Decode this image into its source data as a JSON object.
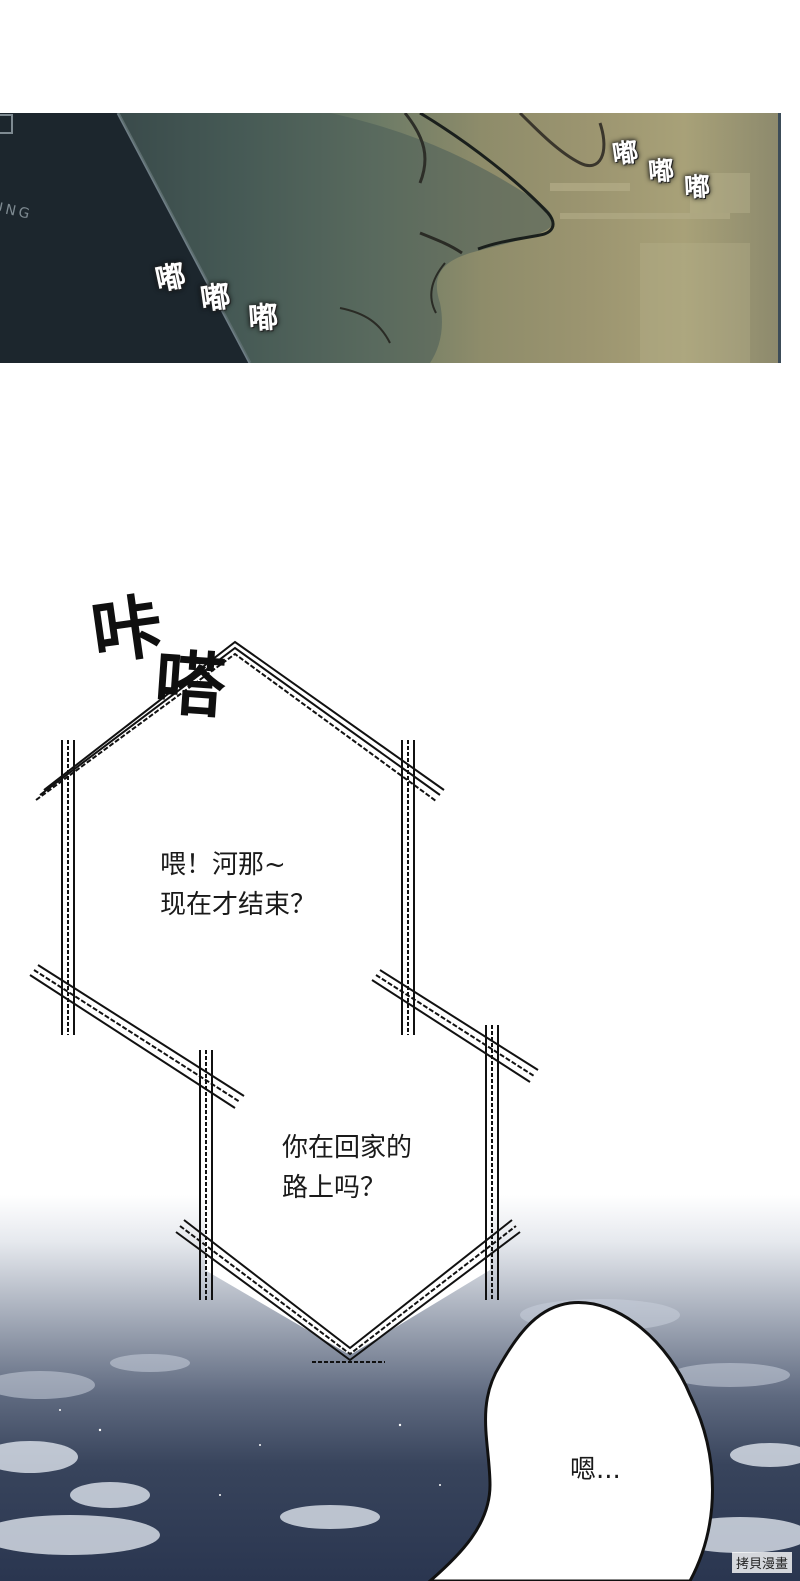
{
  "panel_top": {
    "phone_brand": "UNG",
    "sfx_left": [
      "嘟",
      "嘟",
      "嘟"
    ],
    "sfx_right": [
      "嘟",
      "嘟",
      "嘟"
    ]
  },
  "panel_mid": {
    "sfx_click": [
      "咔",
      "嗒"
    ],
    "bubble1_lines": [
      "喂！河那~",
      "现在才结束？"
    ],
    "bubble2_lines": [
      "你在回家的",
      "路上吗？"
    ],
    "bubble3_text": "嗯..."
  },
  "watermark": "拷貝漫畫",
  "colors": {
    "background": "#ffffff",
    "ink": "#111111",
    "sky_dark": "#2a3650"
  }
}
